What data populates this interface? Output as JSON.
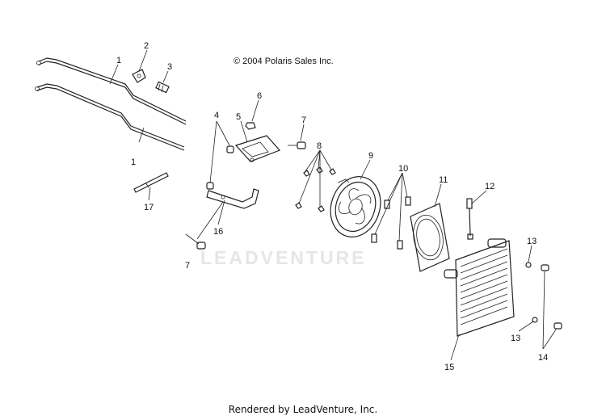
{
  "copyright": "© 2004 Polaris Sales Inc.",
  "footer": "Rendered by LeadVenture, Inc.",
  "watermark": "LEADVENTURE",
  "callouts": {
    "c1a": "1",
    "c1b": "1",
    "c2": "2",
    "c3": "3",
    "c4": "4",
    "c5": "5",
    "c6": "6",
    "c7a": "7",
    "c7b": "7",
    "c8": "8",
    "c9": "9",
    "c10": "10",
    "c11": "11",
    "c12": "12",
    "c13a": "13",
    "c13b": "13",
    "c14": "14",
    "c15": "15",
    "c16": "16",
    "c17": "17"
  }
}
